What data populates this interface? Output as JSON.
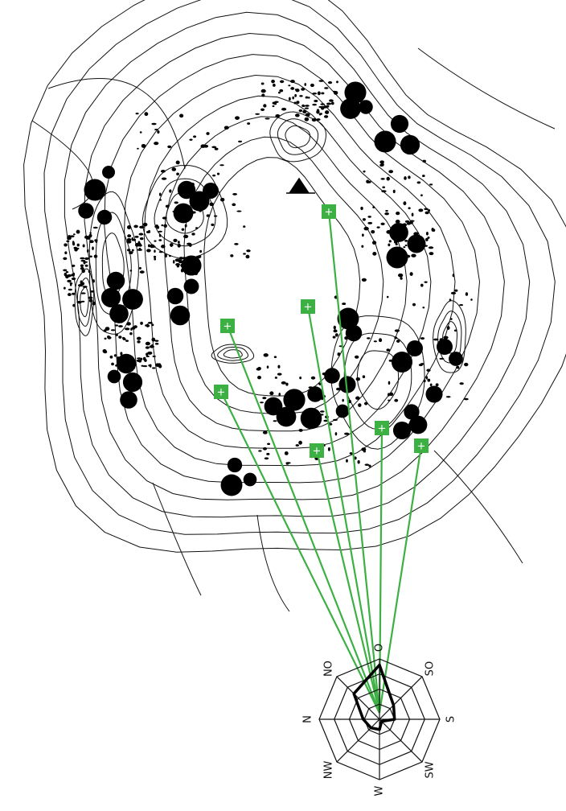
{
  "map": {
    "marker_symbol": "+",
    "marker_color": "#3cb043",
    "line_color": "#3cb043",
    "peak_icon": "triangle-peak-icon",
    "marker_count": 7
  },
  "compass": {
    "labels": {
      "O": "O",
      "SO": "SO",
      "S": "S",
      "SW": "SW",
      "W": "W",
      "NW": "NW",
      "N": "N",
      "NO": "NO"
    },
    "rings": 4,
    "radar_values": {
      "O": 0.9,
      "SO": 0.33,
      "S": 0.25,
      "SW": 0.05,
      "W": 0.17,
      "NW": 0.2,
      "N": 0.27,
      "NO": 0.6
    }
  }
}
